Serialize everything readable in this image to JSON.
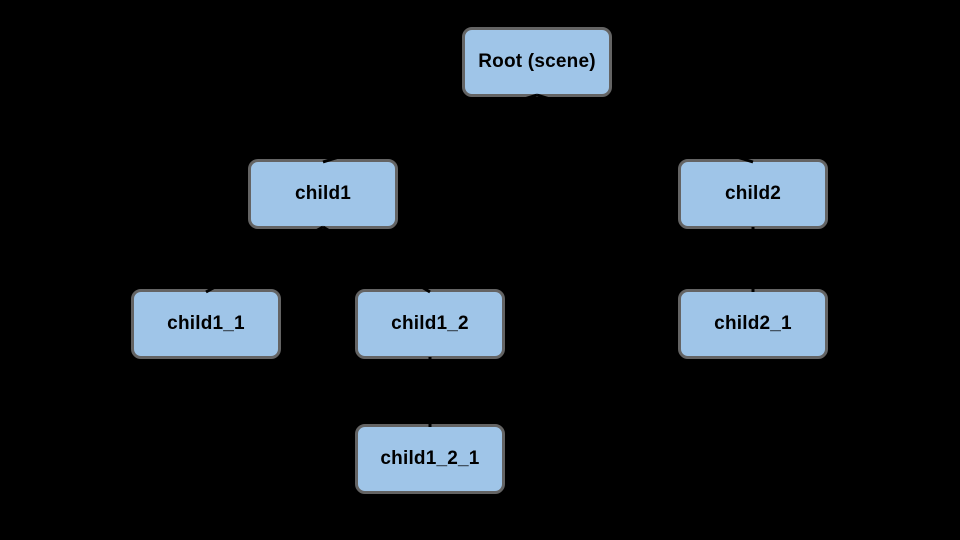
{
  "diagram": {
    "type": "tree",
    "background_color": "#000000",
    "node_style": {
      "fill_color": "#9fc5e8",
      "border_color": "#646464",
      "text_color": "#000000",
      "edge_color": "#000000"
    },
    "nodes": [
      {
        "id": "root",
        "label": "Root (scene)"
      },
      {
        "id": "child1",
        "label": "child1"
      },
      {
        "id": "child2",
        "label": "child2"
      },
      {
        "id": "child1_1",
        "label": "child1_1"
      },
      {
        "id": "child1_2",
        "label": "child1_2"
      },
      {
        "id": "child2_1",
        "label": "child2_1"
      },
      {
        "id": "child1_2_1",
        "label": "child1_2_1"
      }
    ],
    "edges": [
      {
        "from": "root",
        "to": "child1"
      },
      {
        "from": "root",
        "to": "child2"
      },
      {
        "from": "child1",
        "to": "child1_1"
      },
      {
        "from": "child1",
        "to": "child1_2"
      },
      {
        "from": "child2",
        "to": "child2_1"
      },
      {
        "from": "child1_2",
        "to": "child1_2_1"
      }
    ]
  }
}
